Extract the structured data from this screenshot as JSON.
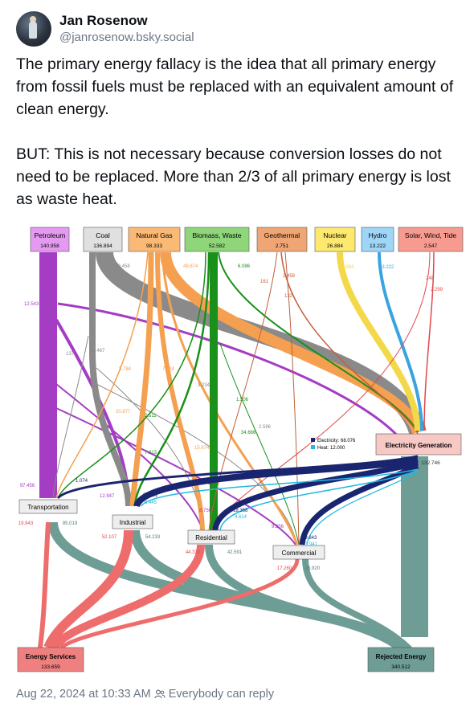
{
  "author": {
    "name": "Jan Rosenow",
    "handle": "@janrosenow.bsky.social",
    "avatar_icon": "profile-photo"
  },
  "post": {
    "paragraph1": "The primary energy fallacy is the idea that all primary energy from fossil fuels must be replaced with an equivalent amount of clean energy.",
    "paragraph2": "BUT: This is not necessary because conversion losses do not need to be replaced. More than 2/3 of all primary energy is lost as waste heat."
  },
  "footer": {
    "timestamp": "Aug 22, 2024 at 10:33 AM",
    "reply_setting": "Everybody can reply",
    "people_icon": "people-icon"
  },
  "chart_data": {
    "type": "sankey",
    "sources": [
      {
        "label": "Petroleum",
        "value": "140.958",
        "color": "#e59af1"
      },
      {
        "label": "Coal",
        "value": "136.894",
        "color": "#e0e0e0"
      },
      {
        "label": "Natural Gas",
        "value": "98.333",
        "color": "#fbb976"
      },
      {
        "label": "Biomass, Waste",
        "value": "52.582",
        "color": "#8fd67a"
      },
      {
        "label": "Geothermal",
        "value": "2.751",
        "color": "#f0a574"
      },
      {
        "label": "Nuclear",
        "value": "26.884",
        "color": "#fde970"
      },
      {
        "label": "Hydro",
        "value": "13.222",
        "color": "#9fd5f7"
      },
      {
        "label": "Solar, Wind, Tide",
        "value": "2.547",
        "color": "#f79b90"
      }
    ],
    "nodes": {
      "electricity": {
        "label": "Electricity Generation",
        "out": "132.746"
      },
      "transportation": {
        "label": "Transportation",
        "in": "97.456",
        "services": "19.943",
        "rejected": "85.019"
      },
      "industrial": {
        "label": "Industrial",
        "services": "52.107",
        "rejected": "54.233"
      },
      "residential": {
        "label": "Residential",
        "services": "44.330",
        "rejected": "42.591"
      },
      "commercial": {
        "label": "Commercial",
        "services": "17.260",
        "rejected": "25.920"
      },
      "services": {
        "label": "Energy Services",
        "value": "133.659"
      },
      "rejected": {
        "label": "Rejected Energy",
        "value": "340.512"
      }
    },
    "legend": {
      "electricity": "Electricity: 68.076",
      "heat": "Heat: 12.000"
    },
    "flow_labels": [
      {
        "text": "100.458",
        "color": "#888888"
      },
      {
        "text": "48.674",
        "color": "#f5a050"
      },
      {
        "text": "6.086",
        "color": "#199019"
      },
      {
        "text": "2.458",
        "color": "#c0603a"
      },
      {
        "text": "161",
        "color": "#c0603a"
      },
      {
        "text": "132",
        "color": "#c0603a"
      },
      {
        "text": "26.884",
        "color": "#f3d94a"
      },
      {
        "text": "13.222",
        "color": "#3aa3e0"
      },
      {
        "text": "248",
        "color": "#e04848"
      },
      {
        "text": "2.299",
        "color": "#e04848"
      },
      {
        "text": "12.543",
        "color": "#a43cc4"
      },
      {
        "text": "137",
        "color": "#888888"
      },
      {
        "text": "30.467",
        "color": "#888888"
      },
      {
        "text": "3.784",
        "color": "#f5a050"
      },
      {
        "text": "7.924",
        "color": "#f5a050"
      },
      {
        "text": "3.234",
        "color": "#888888"
      },
      {
        "text": "1.506",
        "color": "#199019"
      },
      {
        "text": "20.877",
        "color": "#f5a050"
      },
      {
        "text": "2.511",
        "color": "#199019"
      },
      {
        "text": "34.666",
        "color": "#199019"
      },
      {
        "text": "2.596",
        "color": "#888888"
      },
      {
        "text": "15.674",
        "color": "#f5a050"
      },
      {
        "text": "7.813",
        "color": "#199019"
      },
      {
        "text": "1.074",
        "color": "#1a2570"
      },
      {
        "text": "12.947",
        "color": "#a43cc4"
      },
      {
        "text": "28.791",
        "color": "#1a2570"
      },
      {
        "text": "5.445",
        "color": "#23b8e0"
      },
      {
        "text": "8.756",
        "color": "#a43cc4"
      },
      {
        "text": "18.368",
        "color": "#1a2570"
      },
      {
        "text": "4.614",
        "color": "#23b8e0"
      },
      {
        "text": "9.256",
        "color": "#a43cc4"
      },
      {
        "text": "19.843",
        "color": "#1a2570"
      },
      {
        "text": "1.941",
        "color": "#23b8e0"
      }
    ]
  }
}
